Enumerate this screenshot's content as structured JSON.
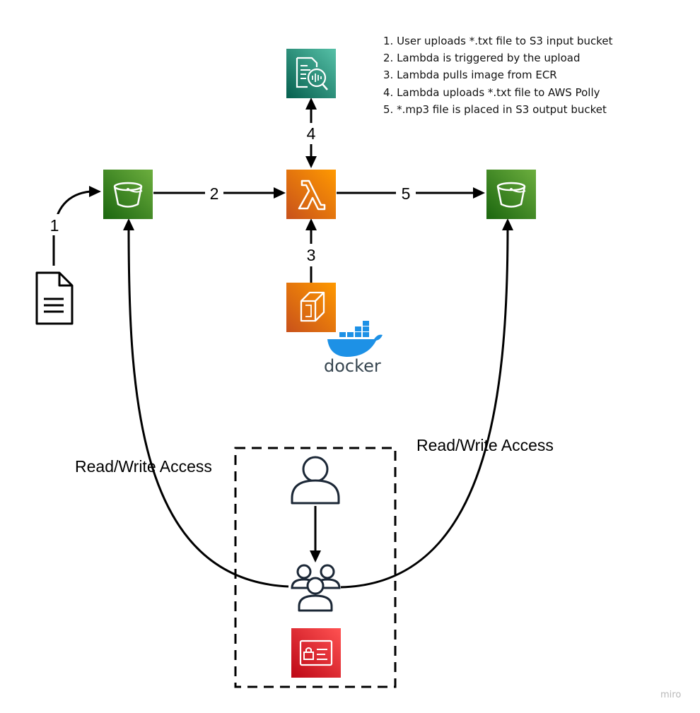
{
  "steps": [
    "1. User uploads *.txt file to S3 input bucket",
    "2. Lambda is triggered by the upload",
    "3. Lambda pulls image from ECR",
    "4. Lambda uploads *.txt file to AWS Polly",
    "5. *.mp3 file is placed in S3 output bucket"
  ],
  "edge_labels": {
    "e1": "1",
    "e2": "2",
    "e3": "3",
    "e4": "4",
    "e5": "5",
    "left_access": "Read/Write Access",
    "right_access": "Read/Write Access"
  },
  "docker_label": "docker",
  "watermark": "miro",
  "icons": {
    "document": "document-icon",
    "s3_input": "s3-bucket-icon",
    "lambda": "lambda-icon",
    "polly": "polly-icon",
    "ecr": "ecr-icon",
    "docker": "docker-whale-icon",
    "s3_output": "s3-bucket-icon",
    "user": "user-icon",
    "group": "users-group-icon",
    "iam": "iam-icon"
  },
  "colors": {
    "s3": "#3f8624",
    "lambda": "#e96a14",
    "polly": "#1f8c77",
    "iam": "#d62027",
    "docker": "#1d91e6"
  }
}
